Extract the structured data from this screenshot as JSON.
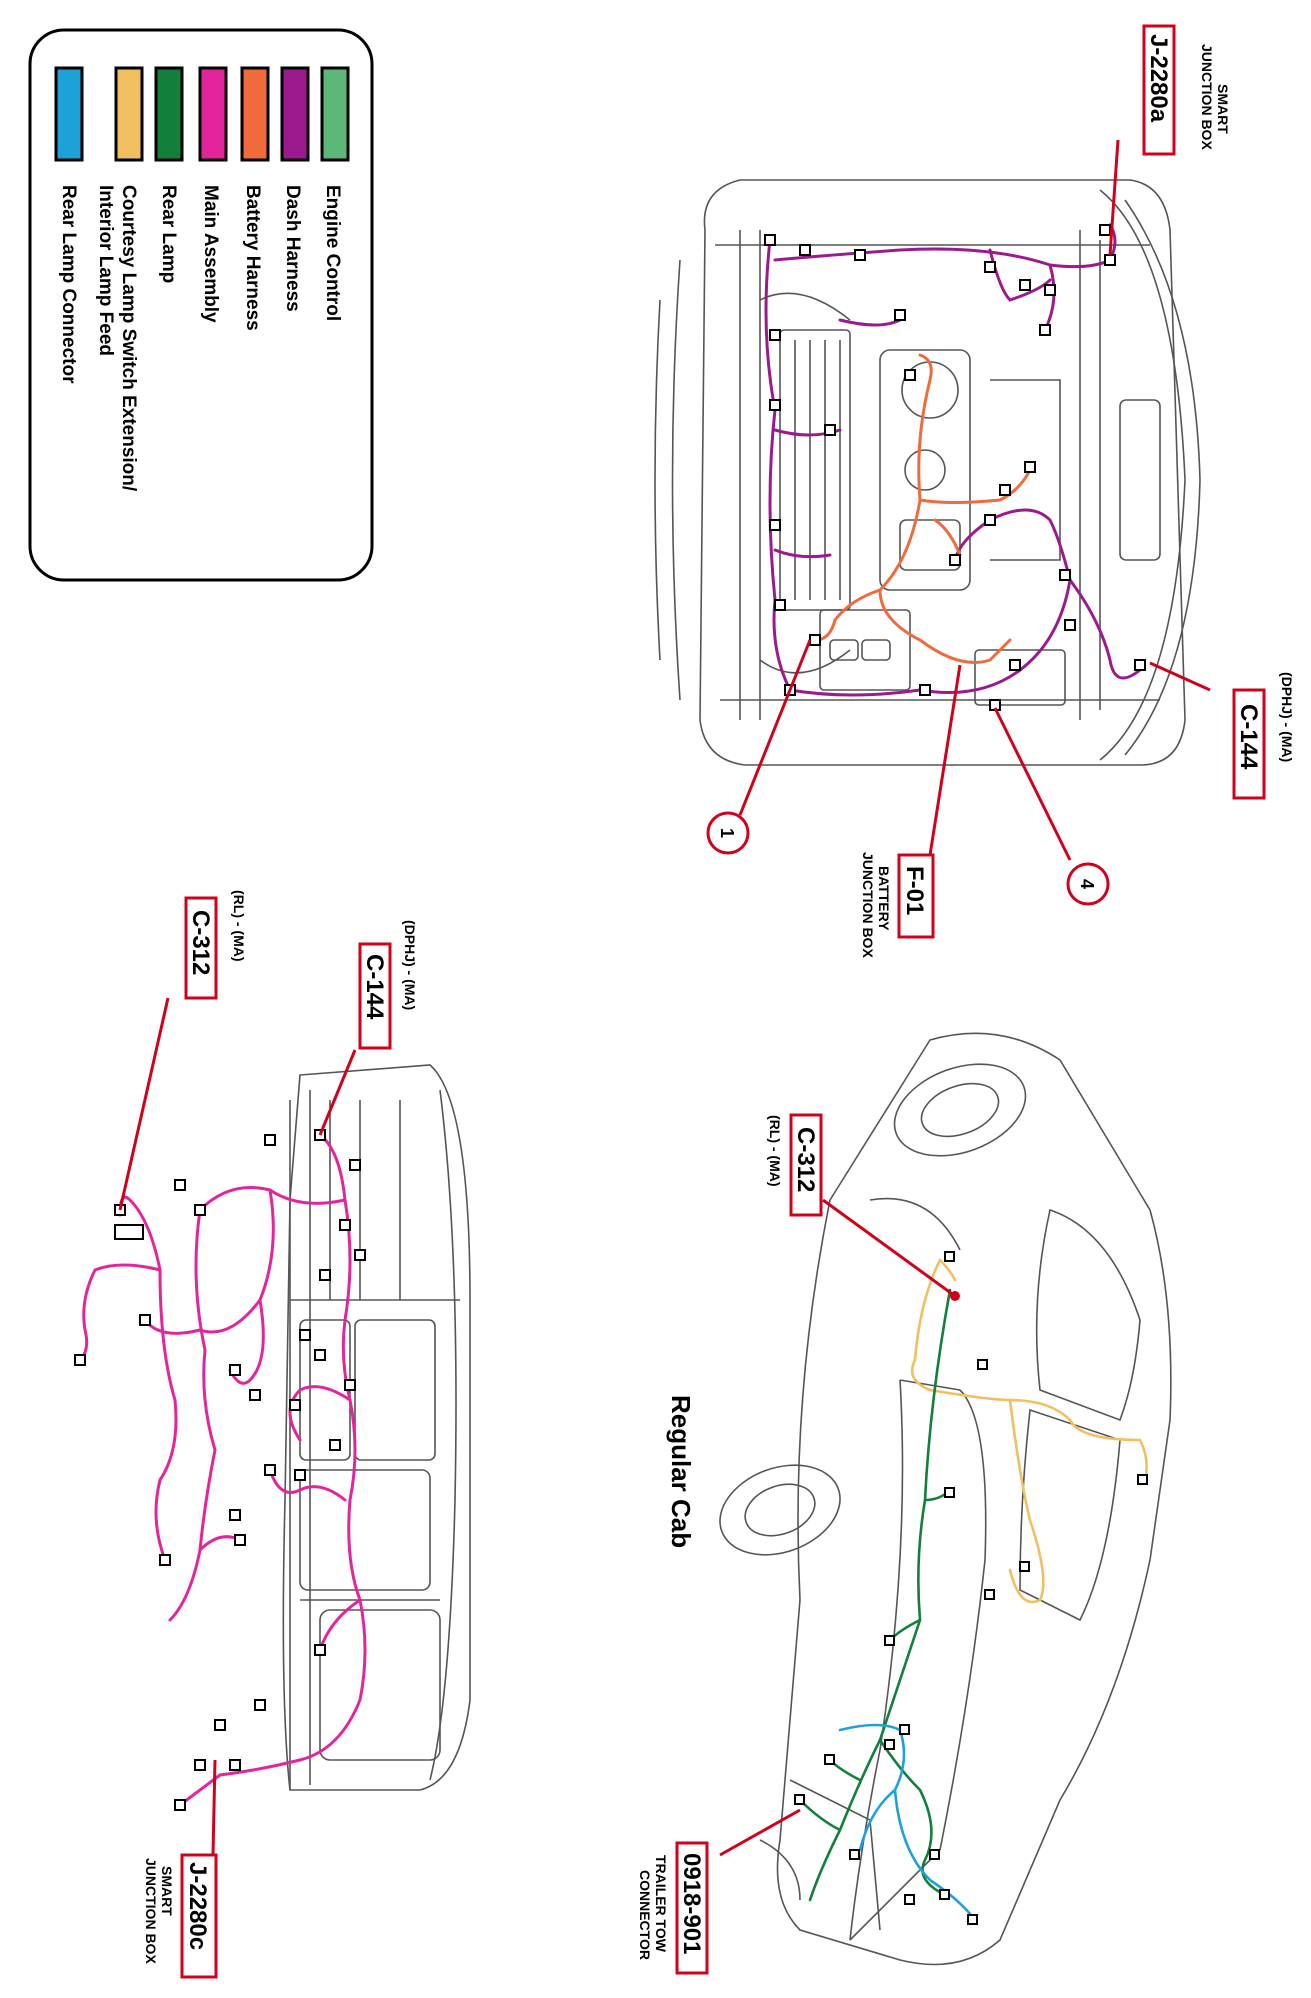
{
  "legend": {
    "items": [
      {
        "label": "Engine Control",
        "color": "#5cb878"
      },
      {
        "label": "Dash Harness",
        "color": "#9c1a8e"
      },
      {
        "label": "Battery Harness",
        "color": "#f06a3c"
      },
      {
        "label": "Main Assembly",
        "color": "#e3259c"
      },
      {
        "label": "Rear Lamp",
        "color": "#12803a"
      },
      {
        "label": "Courtesy Lamp Switch Extension/",
        "label2": "Interior Lamp Feed",
        "color": "#f2bf60"
      },
      {
        "label": "Rear Lamp Connector",
        "color": "#1da2d8"
      }
    ]
  },
  "engine_bay": {
    "callouts": {
      "j2280a": {
        "code": "J-2280a",
        "line1": "SMART",
        "line2": "JUNCTION BOX"
      },
      "c144": {
        "code": "C-144",
        "sub": "(DPHJ) - (MA)"
      },
      "n1": {
        "code": "1"
      },
      "n4": {
        "code": "4"
      },
      "f01": {
        "code": "F-01",
        "line1": "BATTERY",
        "line2": "JUNCTION BOX"
      }
    }
  },
  "interior": {
    "callouts": {
      "c312": {
        "code": "C-312",
        "sub": "(RL) - (MA)"
      },
      "c144": {
        "code": "C-144",
        "sub": "(DPHJ) - (MA)"
      },
      "j2280c": {
        "code": "J-2280c",
        "line1": "SMART",
        "line2": "JUNCTION BOX"
      }
    }
  },
  "truck": {
    "title": "Regular Cab",
    "callouts": {
      "c312": {
        "code": "C-312",
        "sub": "(RL) - (MA)"
      },
      "trailer": {
        "code": "0918-901",
        "line1": "TRAILER TOW",
        "line2": "CONNECTOR"
      }
    }
  },
  "colors": {
    "callout_red": "#d0021b",
    "outline": "#555555"
  }
}
